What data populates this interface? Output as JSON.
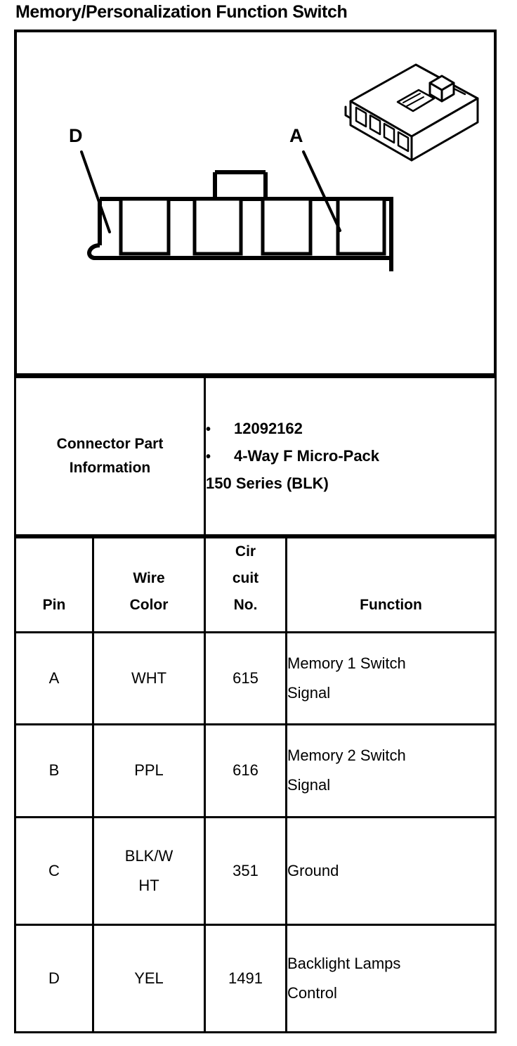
{
  "title": "Memory/Personalization Function Switch",
  "diagram": {
    "callouts": [
      {
        "label": "D",
        "cavity": 1
      },
      {
        "label": "A",
        "cavity": 4
      }
    ],
    "cavity_count": 4,
    "views": [
      "connector-face-front-view",
      "connector-isometric-view"
    ]
  },
  "connector_part_information": {
    "label_line1": "Connector Part",
    "label_line2": "Information",
    "bullets": [
      "12092162",
      "4-Way F Micro-Pack"
    ],
    "continuation": "150 Series (BLK)",
    "bullet_glyph": "•"
  },
  "pin_table": {
    "headers": {
      "pin": "Pin",
      "wire_color_line1": "Wire",
      "wire_color_line2": "Color",
      "circuit_line1": "Cir",
      "circuit_line2": "cuit",
      "circuit_line3": "No.",
      "function": "Function"
    },
    "rows": [
      {
        "pin": "A",
        "wire_color_line1": "WHT",
        "wire_color_line2": "",
        "circuit": "615",
        "function_line1": "Memory 1 Switch",
        "function_line2": "Signal"
      },
      {
        "pin": "B",
        "wire_color_line1": "PPL",
        "wire_color_line2": "",
        "circuit": "616",
        "function_line1": "Memory 2 Switch",
        "function_line2": "Signal"
      },
      {
        "pin": "C",
        "wire_color_line1": "BLK/W",
        "wire_color_line2": "HT",
        "circuit": "351",
        "function_line1": "Ground",
        "function_line2": ""
      },
      {
        "pin": "D",
        "wire_color_line1": "YEL",
        "wire_color_line2": "",
        "circuit": "1491",
        "function_line1": "Backlight Lamps",
        "function_line2": "Control"
      }
    ]
  },
  "colors": {
    "ink": "#000000",
    "paper": "#ffffff"
  }
}
